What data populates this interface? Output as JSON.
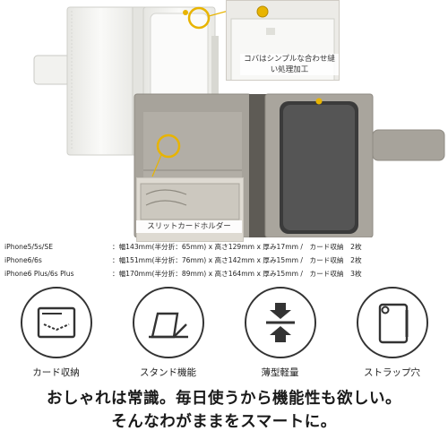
{
  "callouts": {
    "edge_finish": "コバはシンプルな合わせ縫い処理加工",
    "slit_holder": "スリットカードホルダー"
  },
  "specs": [
    {
      "model": "iPhone5/5s/SE",
      "detail": "：幅143mm(半分折：65mm) x 高さ129mm x 厚み17mm /　カード収納　2枚"
    },
    {
      "model": "iPhone6/6s",
      "detail": "：幅151mm(半分折：76mm) x 高さ142mm x 厚み15mm /　カード収納　2枚"
    },
    {
      "model": "iPhone6 Plus/6s Plus",
      "detail": "：幅170mm(半分折：89mm) x 高さ164mm x 厚み15mm /　カード収納　3枚"
    }
  ],
  "features": [
    {
      "icon": "card-slot-icon",
      "label": "カード収納"
    },
    {
      "icon": "stand-icon",
      "label": "スタンド機能"
    },
    {
      "icon": "thin-light-icon",
      "label": "薄型軽量"
    },
    {
      "icon": "strap-hole-icon",
      "label": "ストラップ穴"
    }
  ],
  "tagline": {
    "line1": "おしゃれは常識。毎日使うから機能性も欲しい。",
    "line2": "そんなわがままをスマートに。"
  },
  "colors": {
    "wallet_white": "#f7f7f5",
    "wallet_grey": "#a9a59d",
    "accent_gold": "#e8b400",
    "icon_stroke": "#333333"
  }
}
